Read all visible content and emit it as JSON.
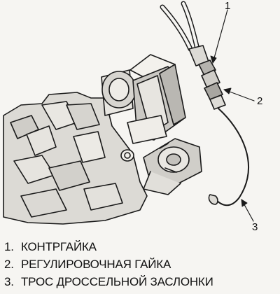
{
  "callouts": [
    "1",
    "2",
    "3"
  ],
  "legend": [
    {
      "num": "1.",
      "text": "КОНТРГАЙКА"
    },
    {
      "num": "2.",
      "text": "РЕГУЛИРОВОЧНАЯ ГАЙКА"
    },
    {
      "num": "3.",
      "text": "ТРОС ДРОССЕЛЬНОЙ ЗАСЛОНКИ"
    }
  ]
}
